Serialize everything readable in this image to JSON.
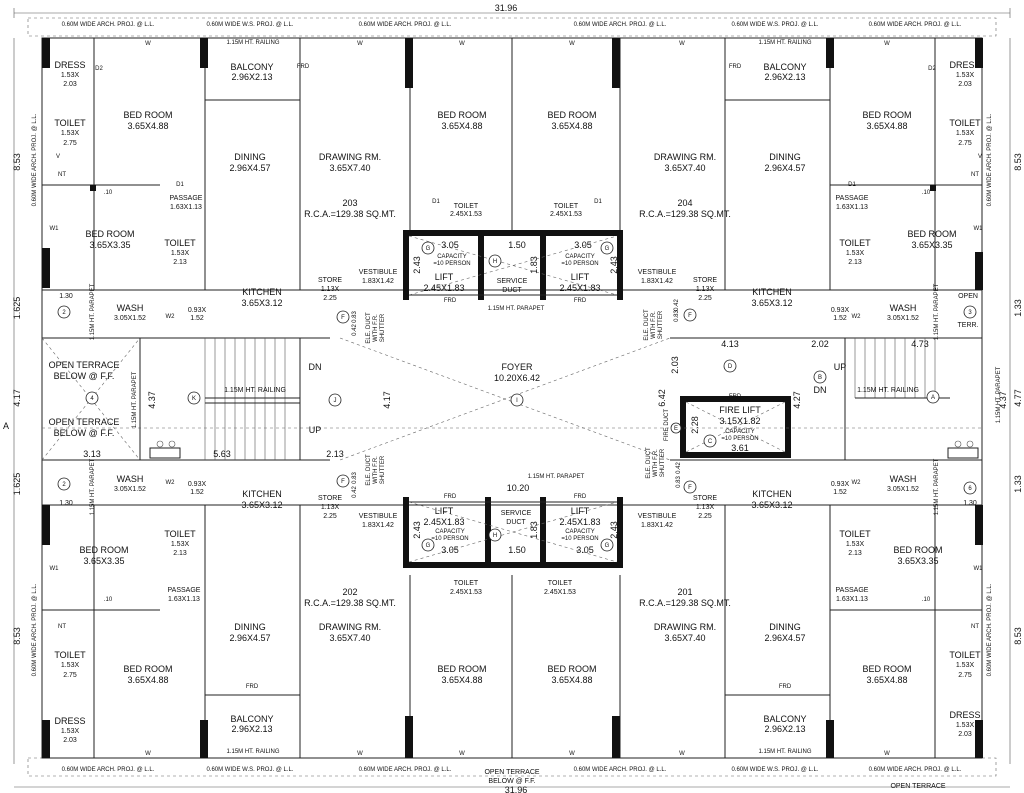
{
  "overall_width": "31.96",
  "dims": {
    "left": [
      "8.53",
      "1.625",
      "4.17",
      "1.625",
      "8.53"
    ],
    "right": [
      "8.53",
      "1.33",
      "4.77",
      "1.33",
      "8.53"
    ],
    "axis_label": "A"
  },
  "proj": {
    "arch": "0.60M WIDE ARCH. PROJ. @ L.L.",
    "ws": "0.60M WIDE W.S. PROJ. @ L.L."
  },
  "units": {
    "u203": {
      "no": "203",
      "rca": "R.C.A.=129.38 SQ.MT."
    },
    "u204": {
      "no": "204",
      "rca": "R.C.A.=129.38 SQ.MT."
    },
    "u202": {
      "no": "202",
      "rca": "R.C.A.=129.38 SQ.MT."
    },
    "u201": {
      "no": "201",
      "rca": "R.C.A.=129.38 SQ.MT."
    }
  },
  "rooms": {
    "dress": {
      "name": "DRESS",
      "size": "1.53X",
      "size2": "2.03"
    },
    "bed_big": {
      "name": "BED ROOM",
      "size": "3.65X4.88"
    },
    "bed_small": {
      "name": "BED ROOM",
      "size": "3.65X3.35"
    },
    "toilet_a": {
      "name": "TOILET",
      "size": "1.53X",
      "size2": "2.75"
    },
    "toilet_b": {
      "name": "TOILET",
      "size": "1.53X",
      "size2": "2.13"
    },
    "toilet_c": {
      "name": "TOILET",
      "size": "2.45X1.53"
    },
    "balcony": {
      "name": "BALCONY",
      "size": "2.96X2.13"
    },
    "dining": {
      "name": "DINING",
      "size": "2.96X4.57"
    },
    "drawing": {
      "name": "DRAWING RM.",
      "size": "3.65X7.40"
    },
    "passage": {
      "name": "PASSAGE",
      "size": "1.63X1.13"
    },
    "kitchen": {
      "name": "KITCHEN",
      "size": "3.65X3.12"
    },
    "store": {
      "name": "STORE",
      "size": "1.13X",
      "size2": "2.25"
    },
    "vestibule": {
      "name": "VESTIBULE",
      "size": "1.83X1.42"
    },
    "wash": {
      "name": "WASH",
      "size": "3.05X1.52"
    },
    "lift": {
      "name": "LIFT",
      "size": "2.45X1.83",
      "cap": "CAPACITY",
      "cap2": "=10 PERSON"
    },
    "duct": {
      "name": "SERVICE",
      "name2": "DUCT"
    },
    "foyer": {
      "name": "FOYER",
      "size": "10.20X6.42"
    },
    "fire_lift": {
      "name": "FIRE LIFT",
      "size": "3.15X1.82",
      "cap": "CAPACITY",
      "cap2": "=10 PERSON"
    },
    "terrace": {
      "name": "OPEN TERRACE",
      "name2": "BELOW @ F.F."
    },
    "terr_short": {
      "name": "OPEN",
      "name2": "TERR."
    }
  },
  "labels": {
    "railing": "1.15M HT. RAILING",
    "parapet": "1.15M HT. PARAPET",
    "ele_duct": "ELE. DUCT",
    "with_fr": "WITH F.R.",
    "shutter": "SHUTTER",
    "fire_duct": "FIRE DUCT",
    "up": "UP",
    "dn": "DN",
    "frd": "FRD",
    "nt": "NT",
    "w": "W",
    "w1": "W1",
    "w2": "W2",
    "v": "V",
    "d1": "D1",
    "d2": "D2",
    "p10": ".10",
    "small_093": "0.93X",
    "small_152": "1.52",
    "small_042": "0.42",
    "small_083": "0.83"
  },
  "measures": {
    "m1": "1.30",
    "m2": "5.63",
    "m3": "3.13",
    "m4": "2.13",
    "m5": "4.37",
    "m6": "4.17",
    "m7": "4.13",
    "m8": "2.02",
    "m9": "4.73",
    "m10": "2.03",
    "m11": "4.27",
    "m12": "6.42",
    "m13": "2.28",
    "m14": "3.61",
    "m15": "10.20",
    "m16": "3.05",
    "m17": "1.50",
    "m18": "2.43",
    "m19": "1.83",
    "m20": "1.625"
  },
  "grid": {
    "g": "G",
    "h": "H",
    "f": "F",
    "k": "K",
    "j": "J",
    "i": "I",
    "d": "D",
    "b": "B",
    "a": "A",
    "c": "C",
    "e": "E",
    "n2": "2",
    "n4": "4",
    "n3": "3",
    "n6": "6"
  },
  "terrace_footer": {
    "name": "OPEN TERRACE",
    "name2": "BELOW @ F.F."
  }
}
